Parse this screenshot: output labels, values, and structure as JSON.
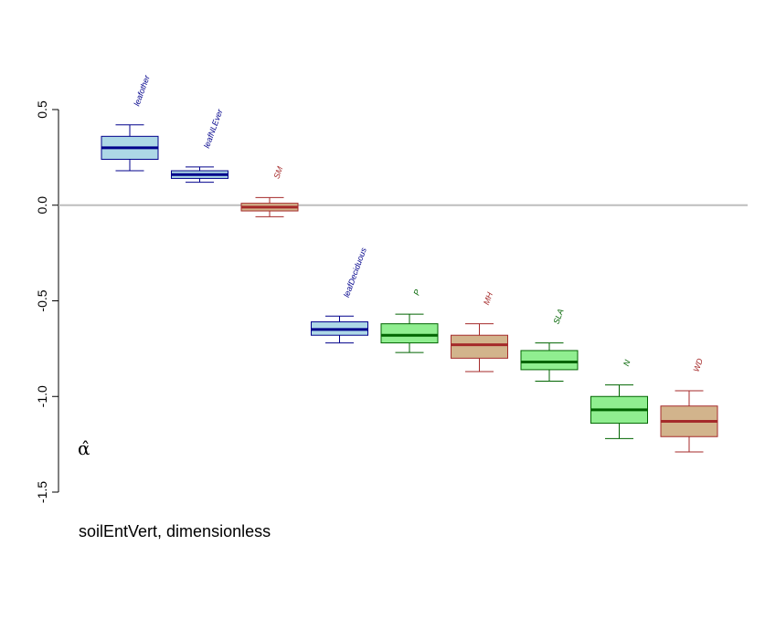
{
  "chart_data": {
    "type": "boxplot",
    "caption": "soilEntVert, dimensionless",
    "corner_symbol": "α̂",
    "ylim": [
      -1.5,
      0.5
    ],
    "yticks": [
      -1.5,
      -1.0,
      -0.5,
      0.0,
      0.5
    ],
    "ytick_labels": [
      "-1.5",
      "-1.0",
      "-0.5",
      "0.0",
      "0.5"
    ],
    "reference_line": 0,
    "reference_line_color": "#bebebe",
    "grid": false,
    "legend": "none",
    "groups": [
      {
        "label": "leafother",
        "whisker_low": 0.18,
        "q1": 0.24,
        "median": 0.3,
        "q3": 0.36,
        "whisker_high": 0.42,
        "fill": "#add8e6",
        "stroke": "#00008b",
        "median_color": "#00008b",
        "label_color": "#00008b"
      },
      {
        "label": "leafNLEver",
        "whisker_low": 0.12,
        "q1": 0.14,
        "median": 0.16,
        "q3": 0.18,
        "whisker_high": 0.2,
        "fill": "#add8e6",
        "stroke": "#00008b",
        "median_color": "#00008b",
        "label_color": "#00008b"
      },
      {
        "label": "SM",
        "whisker_low": -0.06,
        "q1": -0.03,
        "median": -0.01,
        "q3": 0.01,
        "whisker_high": 0.04,
        "fill": "#d2b48c",
        "stroke": "#a52a2a",
        "median_color": "#a52a2a",
        "label_color": "#a52a2a"
      },
      {
        "label": "leafDeciduous",
        "whisker_low": -0.72,
        "q1": -0.68,
        "median": -0.65,
        "q3": -0.61,
        "whisker_high": -0.58,
        "fill": "#add8e6",
        "stroke": "#00008b",
        "median_color": "#00008b",
        "label_color": "#00008b"
      },
      {
        "label": "P",
        "whisker_low": -0.77,
        "q1": -0.72,
        "median": -0.68,
        "q3": -0.62,
        "whisker_high": -0.57,
        "fill": "#90ee90",
        "stroke": "#006400",
        "median_color": "#006400",
        "label_color": "#006400"
      },
      {
        "label": "MH",
        "whisker_low": -0.87,
        "q1": -0.8,
        "median": -0.73,
        "q3": -0.68,
        "whisker_high": -0.62,
        "fill": "#d2b48c",
        "stroke": "#a52a2a",
        "median_color": "#a52a2a",
        "label_color": "#a52a2a"
      },
      {
        "label": "SLA",
        "whisker_low": -0.92,
        "q1": -0.86,
        "median": -0.82,
        "q3": -0.76,
        "whisker_high": -0.72,
        "fill": "#90ee90",
        "stroke": "#006400",
        "median_color": "#006400",
        "label_color": "#006400"
      },
      {
        "label": "N",
        "whisker_low": -1.22,
        "q1": -1.14,
        "median": -1.07,
        "q3": -1.0,
        "whisker_high": -0.94,
        "fill": "#90ee90",
        "stroke": "#006400",
        "median_color": "#006400",
        "label_color": "#006400"
      },
      {
        "label": "WD",
        "whisker_low": -1.29,
        "q1": -1.21,
        "median": -1.13,
        "q3": -1.05,
        "whisker_high": -0.97,
        "fill": "#d2b48c",
        "stroke": "#a52a2a",
        "median_color": "#a52a2a",
        "label_color": "#a52a2a"
      }
    ]
  }
}
